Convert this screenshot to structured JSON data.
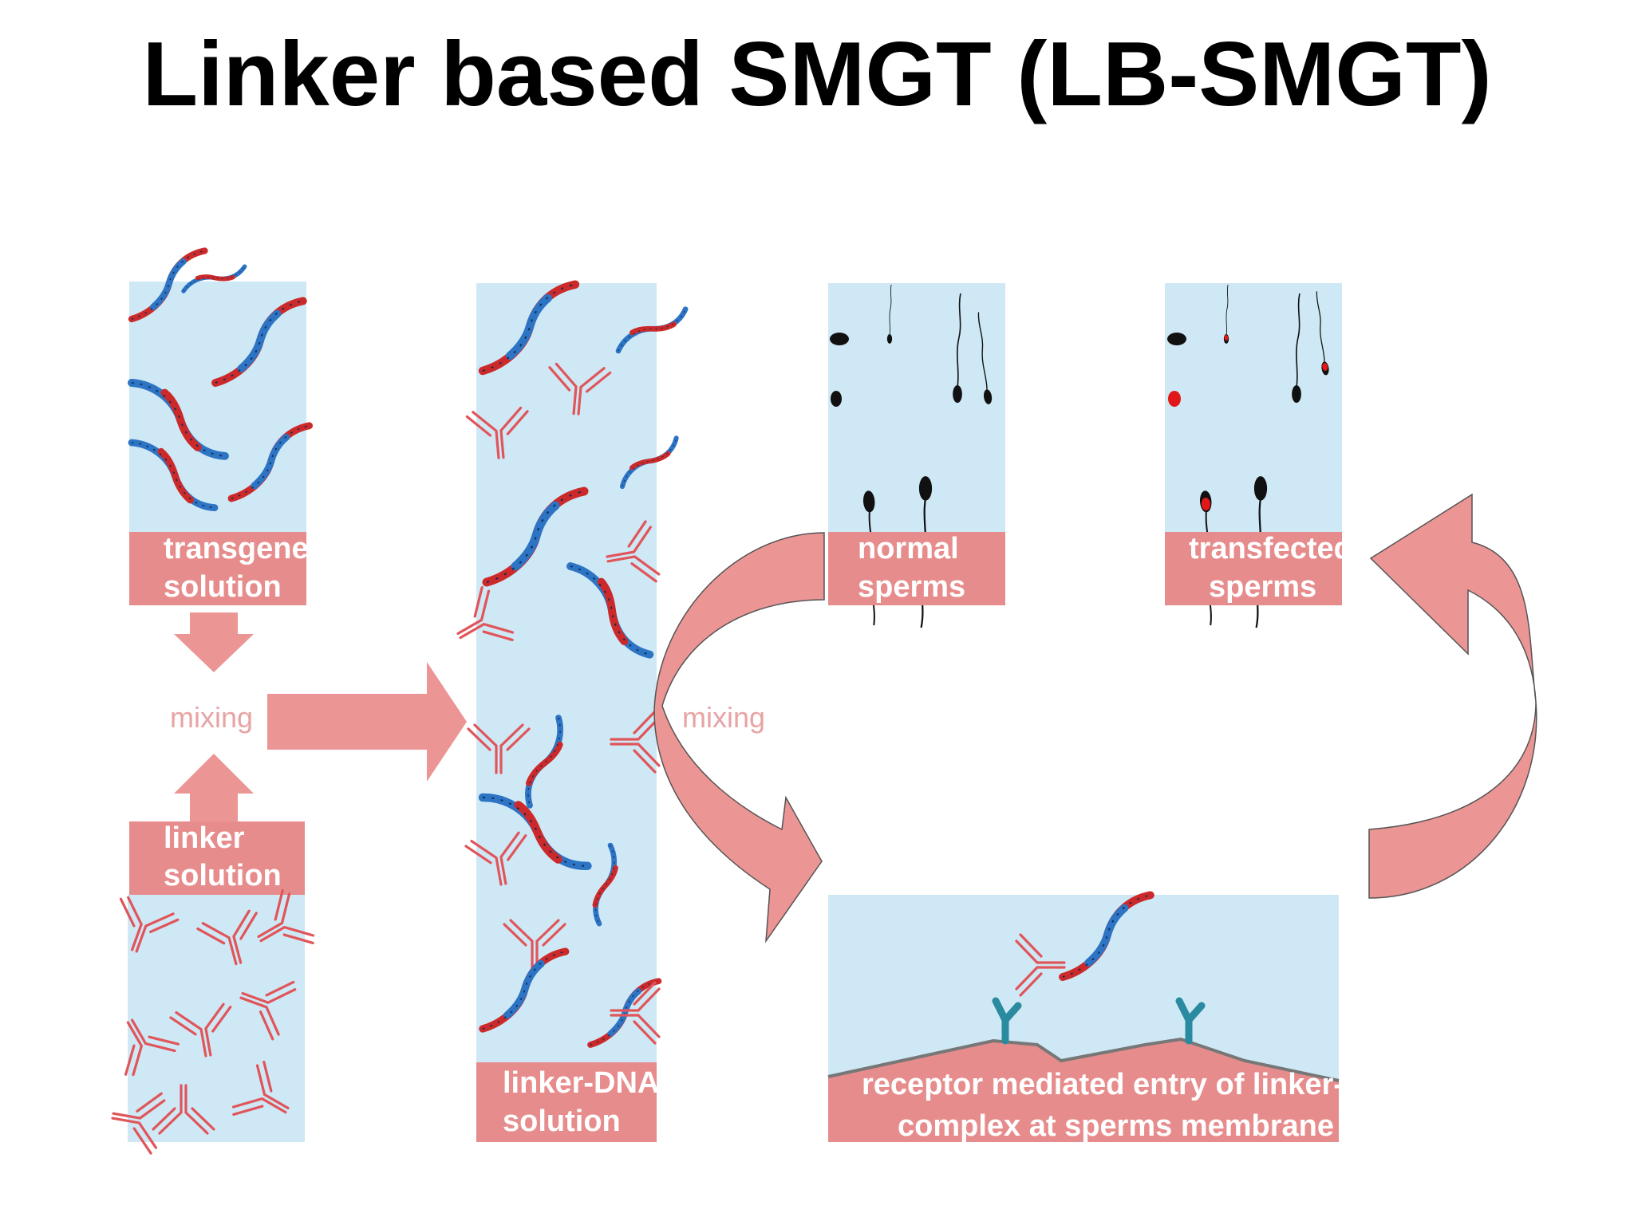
{
  "title": "Linker based SMGT (LB-SMGT)",
  "labels": {
    "transgene": [
      "transgene",
      "solution"
    ],
    "linker": [
      "linker",
      "solution"
    ],
    "linker_dna": [
      "linker-DNA",
      "solution"
    ],
    "normal": [
      "normal",
      "sperms"
    ],
    "transfected": [
      "transfected",
      "sperms"
    ],
    "receptor": [
      "receptor mediated entry of linker-DNA",
      "complex at sperms membrane"
    ],
    "mixing_left": "mixing",
    "mixing_right": "mixing"
  },
  "colors": {
    "panel_bg": "#cfe8f5",
    "label_band": "#e78c8c",
    "arrow_fill": "#ec9595",
    "dna_red": "#cc2a2a",
    "dna_blue": "#2d74c4",
    "linker": "#e0555a",
    "receptor": "#2a8aa0",
    "sperm_black": "#111111",
    "sperm_red": "#e01818"
  }
}
